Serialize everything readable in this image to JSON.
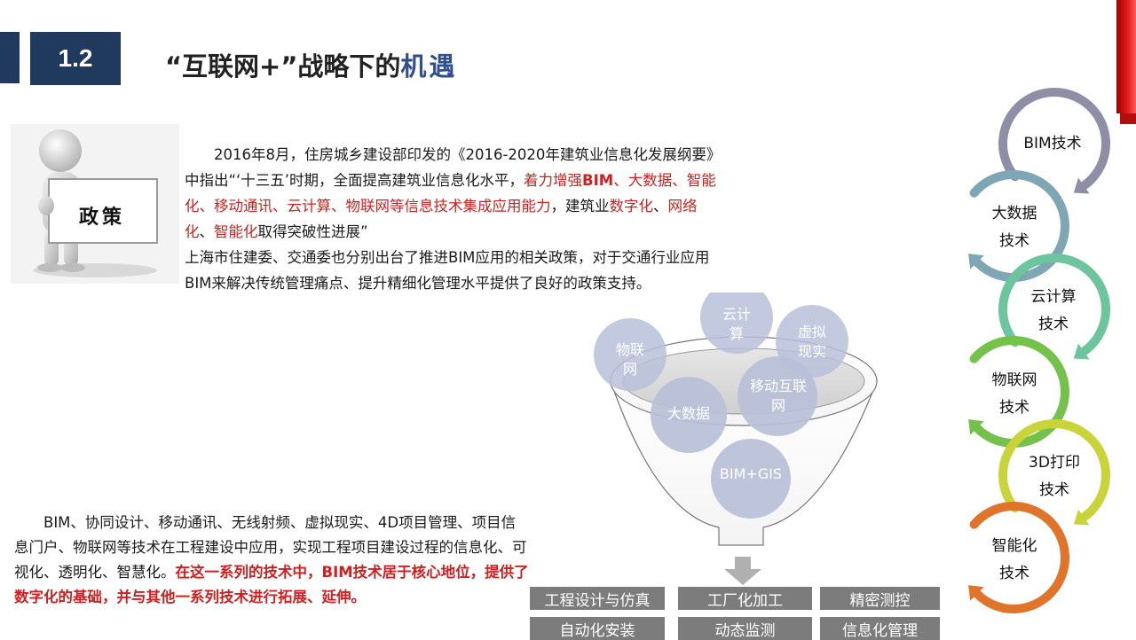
{
  "header": {
    "section_number": "1.2",
    "title_main": "“互联网+”战略下的",
    "title_highlight": "机遇"
  },
  "policy_sign": {
    "label": "政策"
  },
  "paragraph1": {
    "line_intro": "2016年8月，住房城乡建设部印发的《2016-2020年建筑业信息化发展纲要》中指出“‘十三五’时期，全面提高建筑业信息化水平，",
    "red_a": "着力增强",
    "red_bold": "BIM",
    "red_b": "、大数据、智能化、移动通讯、云计算、物联网等信息技术集成应用能力",
    "mid": "，建筑业",
    "red_c": "数字化",
    "sep1": "、",
    "red_d": "网络化",
    "sep2": "、",
    "red_e": "智能化",
    "end": "取得突破性进展”",
    "second": "上海市住建委、交通委也分别出台了推进BIM应用的相关政策，对于交通行业应用BIM来解决传统管理痛点、提升精细化管理水平提供了良好的政策支持。"
  },
  "paragraph2": {
    "normal": "BIM、协同设计、移动通讯、无线射频、虚拟现实、4D项目管理、项目信息门户、物联网等技术在工程建设中应用，实现工程项目建设过程的信息化、可视化、透明化、智慧化。",
    "highlight": "在这一系列的技术中，BIM技术居于核心地位，提供了数字化的基础，并与其他一系列技术进行拓展、延伸。"
  },
  "funnel": {
    "bubbles": [
      {
        "text": "物联网"
      },
      {
        "text": "云计算"
      },
      {
        "text": "虚拟现实"
      },
      {
        "text": "大数据"
      },
      {
        "text": "移动互联网"
      },
      {
        "text": "BIM+GIS"
      }
    ]
  },
  "outputs": [
    {
      "label": "工程设计与仿真"
    },
    {
      "label": "工厂化加工"
    },
    {
      "label": "精密测控"
    },
    {
      "label": "自动化安装"
    },
    {
      "label": "动态监测"
    },
    {
      "label": "信息化管理"
    }
  ],
  "cycle": {
    "items": [
      {
        "line1": "BIM技术",
        "line2": "",
        "color": "#8e8fa6"
      },
      {
        "line1": "大数据",
        "line2": "技术",
        "color": "#7fa6b4"
      },
      {
        "line1": "云计算",
        "line2": "技术",
        "color": "#6cc59c"
      },
      {
        "line1": "物联网",
        "line2": "技术",
        "color": "#74c24c"
      },
      {
        "line1": "3D打印",
        "line2": "技术",
        "color": "#c9d43a"
      },
      {
        "line1": "智能化",
        "line2": "技术",
        "color": "#e0742a"
      }
    ]
  },
  "colors": {
    "navy": "#1f3a5c",
    "accent_red": "#d01f1f",
    "bubble": "#b8c0d8",
    "tag_gray": "#7c7c7c"
  }
}
